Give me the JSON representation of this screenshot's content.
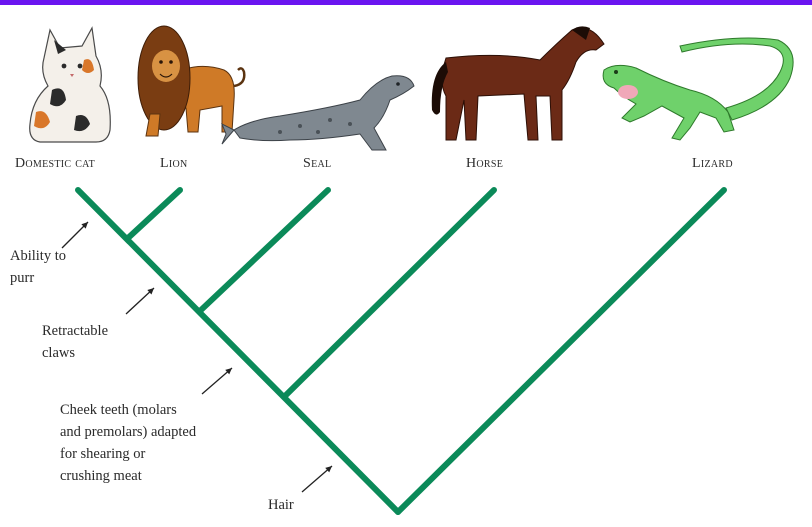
{
  "colors": {
    "branch": "#0b8a59",
    "top_bar": "#6a14f0",
    "text": "#2a2a2a"
  },
  "taxa": [
    {
      "label": "Domestic cat",
      "icon": "domestic-cat"
    },
    {
      "label": "Lion",
      "icon": "lion"
    },
    {
      "label": "Seal",
      "icon": "seal"
    },
    {
      "label": "Horse",
      "icon": "horse"
    },
    {
      "label": "Lizard",
      "icon": "lizard"
    }
  ],
  "traits": [
    {
      "lines": [
        "Ability to",
        "purr"
      ]
    },
    {
      "lines": [
        "Retractable",
        "claws"
      ]
    },
    {
      "lines": [
        "Cheek teeth (molars",
        "and premolars) adapted",
        "for shearing or",
        "crushing meat"
      ]
    },
    {
      "lines": [
        "Hair"
      ]
    }
  ]
}
